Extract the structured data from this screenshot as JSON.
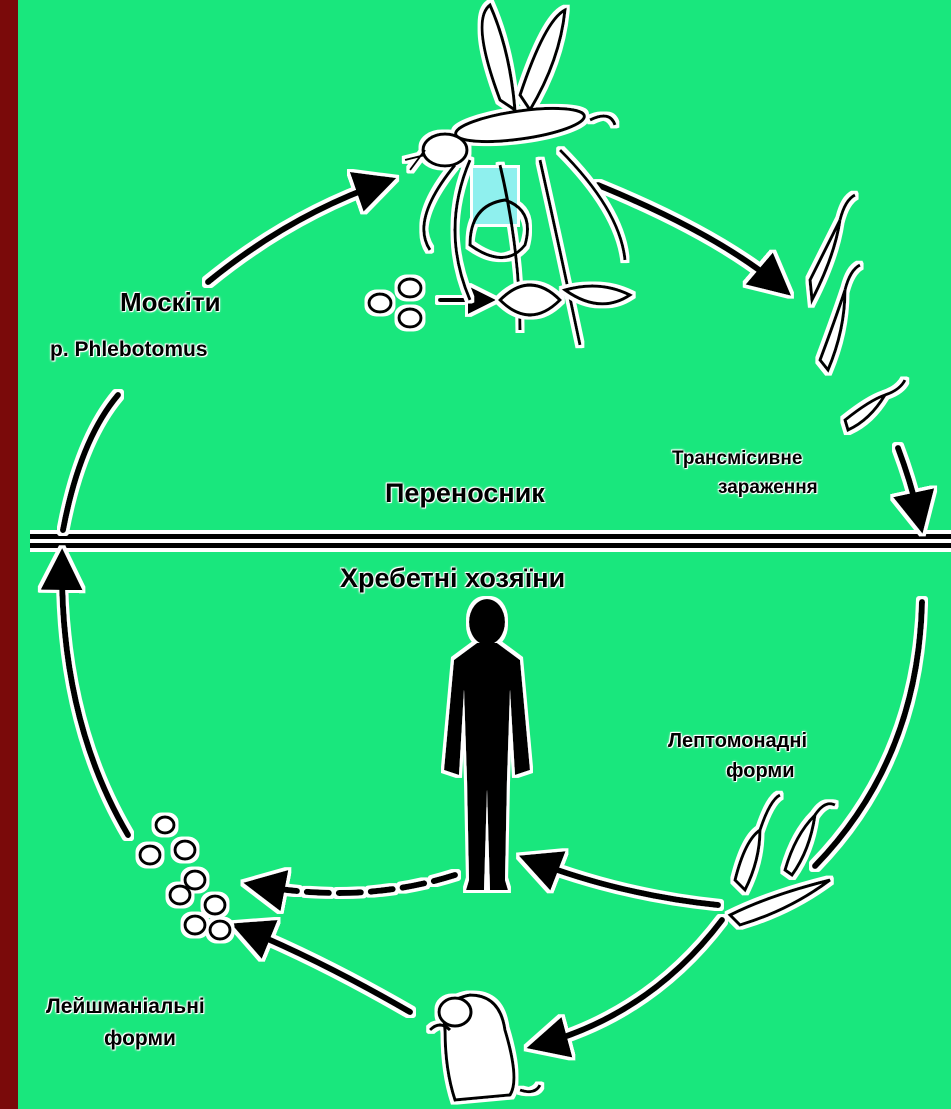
{
  "colors": {
    "background": "#19e77d",
    "frame": "#7a0a0a",
    "ink": "#000000",
    "highlight": "#8ff0ee"
  },
  "labels": {
    "vector_name": "Москіти",
    "vector_genus": "р. Phlebotomus",
    "vector_zone": "Переносник",
    "host_zone": "Хребетні хозяїни",
    "transmission_line1": "Трансмісивне",
    "transmission_line2": "зараження",
    "leptomonad_line1": "Лептомонадні",
    "leptomonad_line2": "форми",
    "leishmanial_line1": "Лейшманіальні",
    "leishmanial_line2": "форми"
  },
  "icons": [
    "sandfly-icon",
    "human-silhouette-icon",
    "rodent-icon",
    "leptomonad-cells-icon",
    "leishmanial-cells-icon"
  ]
}
